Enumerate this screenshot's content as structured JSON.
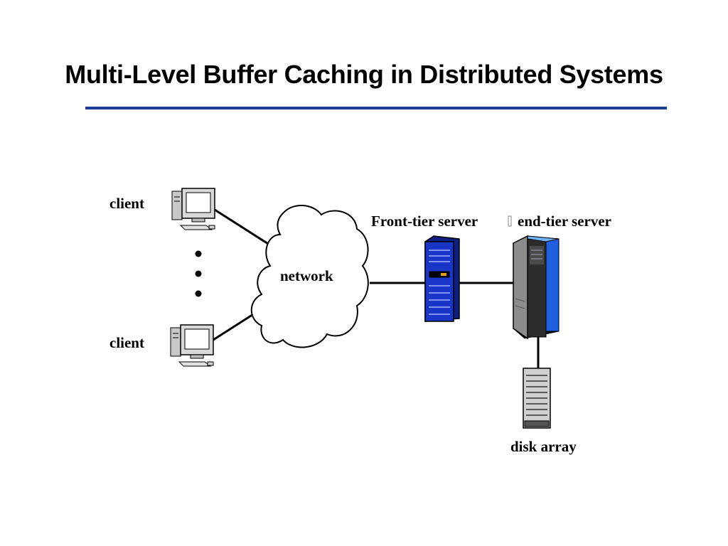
{
  "slide": {
    "title": "Multi-Level Buffer Caching in Distributed Systems"
  },
  "diagram": {
    "labels": {
      "client_top": "client",
      "client_bottom": "client",
      "network": "network",
      "front_tier": "Front-tier server",
      "end_tier": "end-tier server",
      "disk_array": "disk array"
    },
    "colors": {
      "title_rule": "#1f3f99",
      "server_blue": "#1a36c8",
      "end_server_gray": "#8c8c8c",
      "end_server_blue": "#1f5fe0",
      "line": "#000000"
    },
    "icons": [
      "client-computer-icon",
      "network-cloud-icon",
      "front-tier-server-icon",
      "end-tier-server-icon",
      "disk-array-icon"
    ]
  }
}
